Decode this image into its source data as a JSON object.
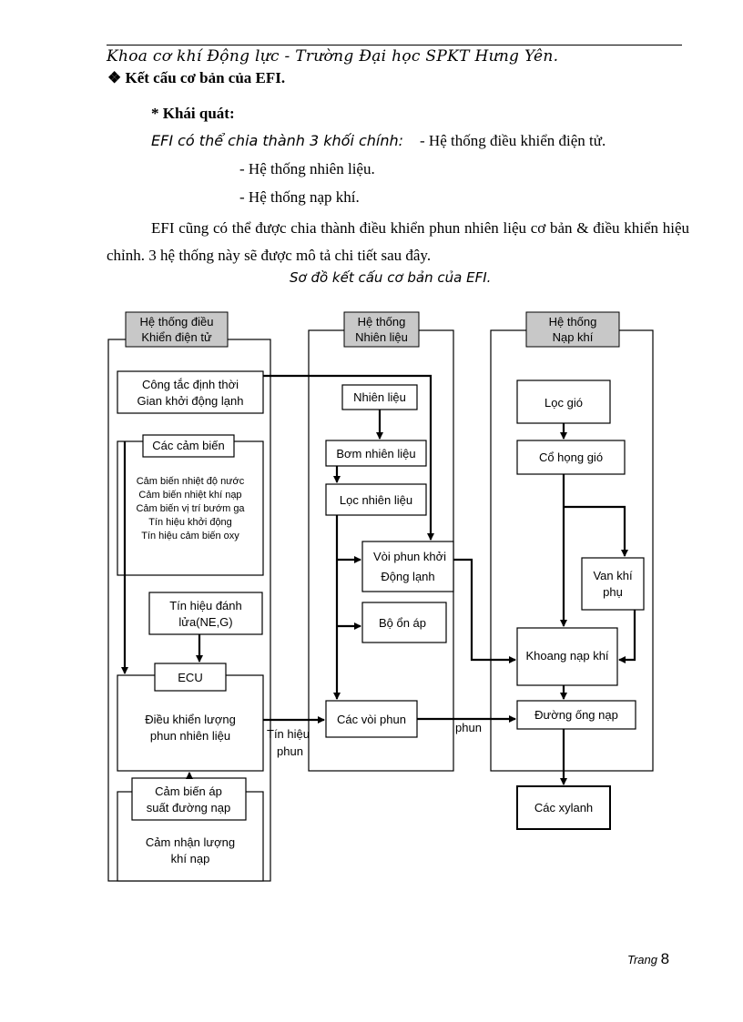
{
  "header": {
    "text": "Khoa cơ khí Động lực - Trường Đại học SPKT Hưng Yên."
  },
  "section_title": "❖ Kết cấu cơ bản của EFI.",
  "subheading": "* Khái quát:",
  "intro": "EFI có thể chia thành 3 khối chính:",
  "bullets": [
    "- Hệ thống điều khiển điện tử.",
    "- Hệ thống nhiên liệu.",
    "- Hệ thống nạp khí."
  ],
  "paragraph": "EFI cũng có thể được chia thành điều khiển phun nhiên liệu cơ bản & điều khiển hiệu chỉnh. 3 hệ thống này sẽ được mô tả chi tiết sau đây.",
  "caption": "Sơ đồ kết cấu cơ bản của EFI.",
  "diagram": {
    "col1_title": [
      "Hệ thống điều",
      "Khiển điện tử"
    ],
    "col2_title": [
      "Hệ thống",
      "Nhiên liệu"
    ],
    "col3_title": [
      "Hệ thống",
      "Nạp khí"
    ],
    "switch": [
      "Công tắc định thời",
      "Gian khởi động lạnh"
    ],
    "sensors_title": "Các cảm biến",
    "sensors": [
      "Cảm biến nhiệt độ nước",
      "Cảm biến nhiệt khí nạp",
      "Cảm biến vị trí bướm ga",
      "Tín hiệu khởi động",
      "Tín hiệu cảm biến oxy"
    ],
    "ignition": [
      "Tín hiệu đánh",
      "lửa(NE,G)"
    ],
    "ecu": "ECU",
    "ecu_control": [
      "Điều khiển lượng",
      "phun nhiên liệu"
    ],
    "map_sensor": [
      "Cảm biến áp",
      "suất đường nạp"
    ],
    "air_sense": [
      "Cảm nhận lượng",
      "khí nạp"
    ],
    "fuel": "Nhiên liệu",
    "pump": "Bơm nhiên liệu",
    "filter": "Lọc  nhiên liệu",
    "cold_injector": [
      "Vòi phun khởi",
      "Động lạnh"
    ],
    "regulator": "Bộ ổn áp",
    "injectors": "Các vòi phun",
    "signal_label": [
      "Tín hiệu",
      "phun"
    ],
    "spray_label": "phun",
    "air_filter": "Lọc gió",
    "throttle": "Cổ họng gió",
    "aux_valve": [
      "Van khí",
      "phụ"
    ],
    "chamber": "Khoang nạp khí",
    "manifold": "Đường ống nạp",
    "cylinders": "Các xylanh"
  },
  "page": {
    "label": "Trang",
    "number": "8"
  }
}
